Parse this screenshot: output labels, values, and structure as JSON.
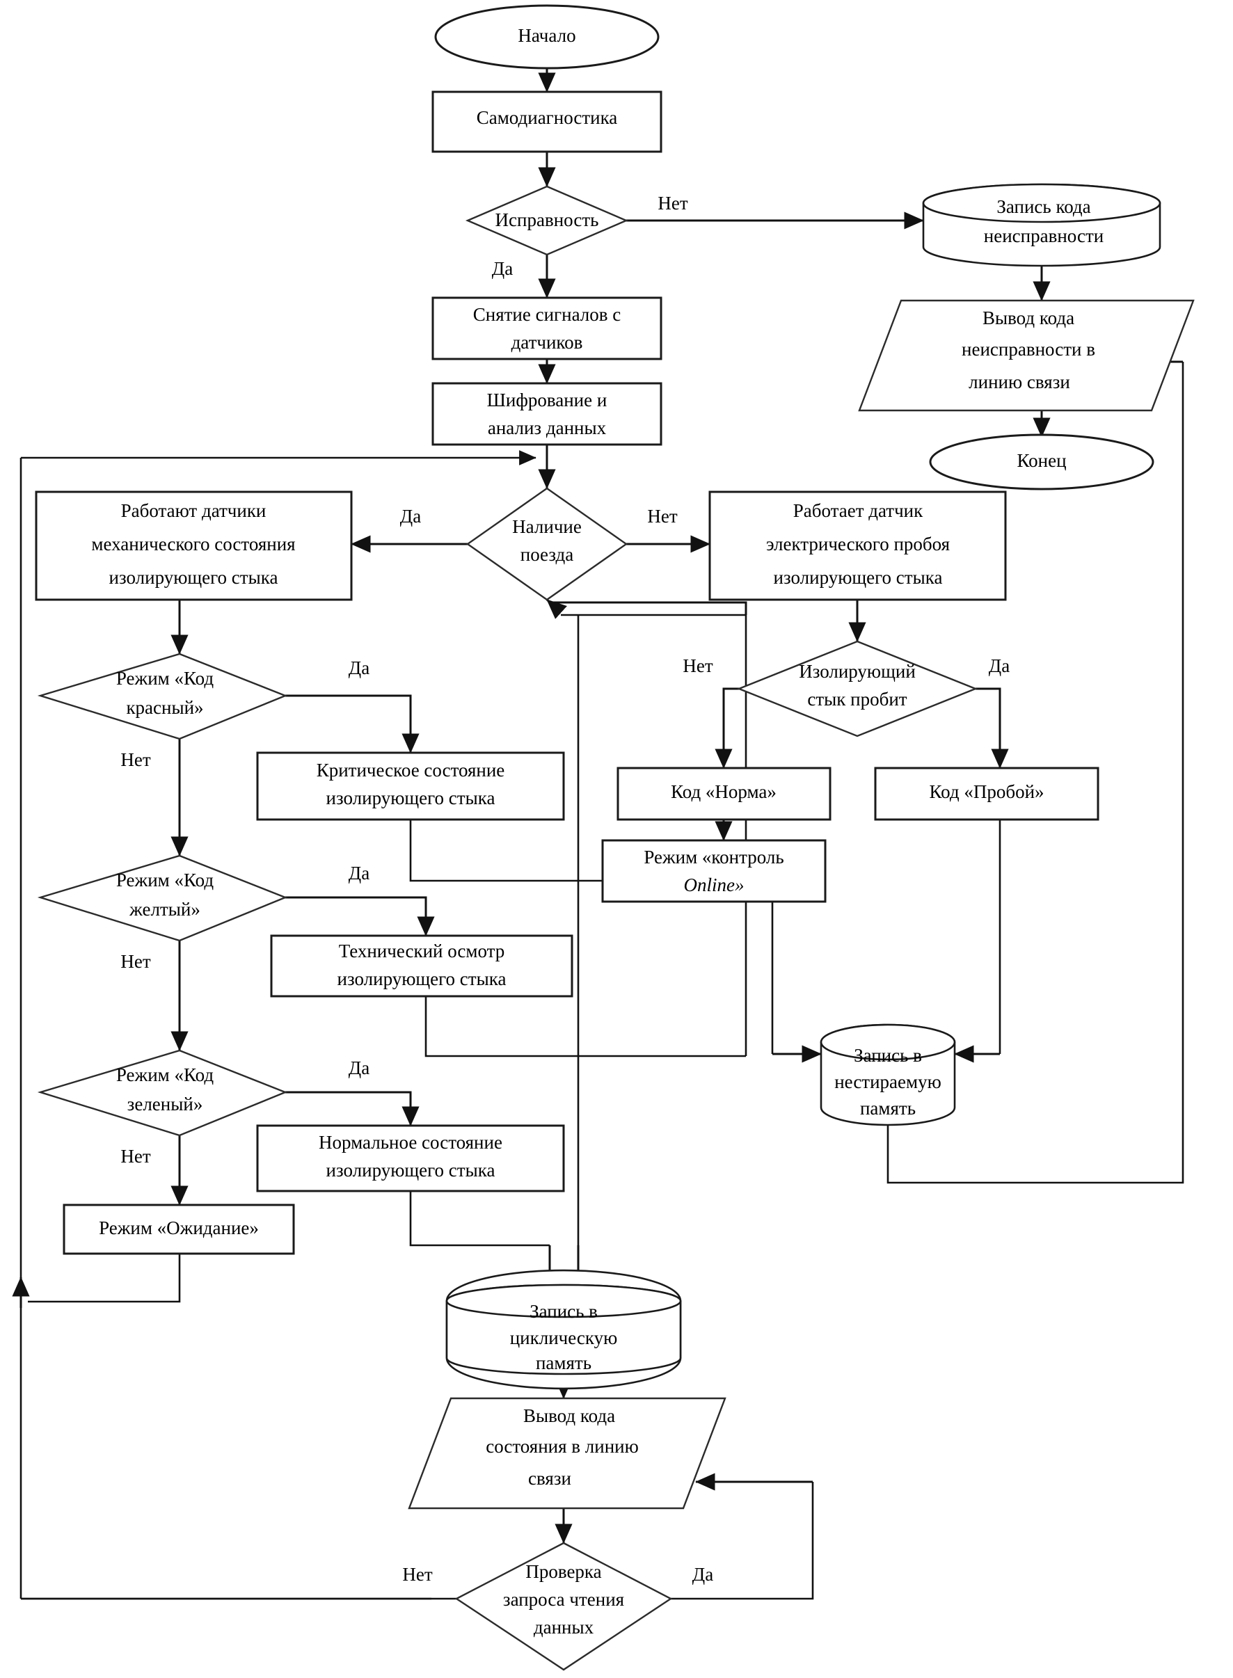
{
  "diagram": {
    "type": "flowchart",
    "language": "ru",
    "nodes": {
      "start": {
        "label": "Начало",
        "shape": "ellipse"
      },
      "selfdiag": {
        "label": "Самодиагностика",
        "shape": "process"
      },
      "healthy": {
        "label": "Исправность",
        "shape": "decision"
      },
      "fault_write": {
        "line1": "Запись кода",
        "line2": "неисправности",
        "shape": "database"
      },
      "fault_out": {
        "line1": "Вывод кода",
        "line2": "неисправности в",
        "line3": "линию связи",
        "shape": "parallelogram"
      },
      "end": {
        "label": "Конец",
        "shape": "ellipse"
      },
      "read_sensors": {
        "line1": "Снятие сигналов с",
        "line2": "датчиков",
        "shape": "process"
      },
      "encrypt": {
        "line1": "Шифрование и",
        "line2": "анализ данных",
        "shape": "process"
      },
      "train_present": {
        "line1": "Наличие",
        "line2": "поезда",
        "shape": "decision"
      },
      "mech_sensors": {
        "line1": "Работают датчики",
        "line2": "механического состояния",
        "line3": "изолирующего стыка",
        "shape": "process"
      },
      "elec_sensor": {
        "line1": "Работает датчик",
        "line2": "электрического пробоя",
        "line3": "изолирующего стыка",
        "shape": "process"
      },
      "isolator_broken": {
        "line1": "Изолирующий",
        "line2": "стык пробит",
        "shape": "decision"
      },
      "code_norm": {
        "label": "Код «Норма»",
        "shape": "process"
      },
      "code_break": {
        "label": "Код «Пробой»",
        "shape": "process"
      },
      "mode_online": {
        "line1": "Режим «контроль",
        "line2": "Online»",
        "shape": "process"
      },
      "mode_red": {
        "line1": "Режим «Код",
        "line2": "красный»",
        "shape": "decision"
      },
      "mode_yellow": {
        "line1": "Режим «Код",
        "line2": "желтый»",
        "shape": "decision"
      },
      "mode_green": {
        "line1": "Режим «Код",
        "line2": "зеленый»",
        "shape": "decision"
      },
      "mode_wait": {
        "label": "Режим «Ожидание»",
        "shape": "process"
      },
      "critical": {
        "line1": "Критическое состояние",
        "line2": "изолирующего стыка",
        "shape": "process"
      },
      "inspection": {
        "line1": "Технический осмотр",
        "line2": "изолирующего стыка",
        "shape": "process"
      },
      "normal": {
        "line1": "Нормальное состояние",
        "line2": "изолирующего стыка",
        "shape": "process"
      },
      "nonerase_mem": {
        "line1": "Запись в",
        "line2": "нестираемую",
        "line3": "память",
        "shape": "database"
      },
      "cyclic_mem": {
        "line1": "Запись в",
        "line2": "циклическую",
        "line3": "память",
        "shape": "database"
      },
      "state_out": {
        "line1": "Вывод кода",
        "line2": "состояния в линию",
        "line3": "связи",
        "shape": "parallelogram"
      },
      "check_request": {
        "line1": "Проверка",
        "line2": "запроса чтения",
        "line3": "данных",
        "shape": "decision"
      }
    },
    "edge_labels": {
      "healthy_no": "Нет",
      "healthy_yes": "Да",
      "train_yes": "Да",
      "train_no": "Нет",
      "broken_no": "Нет",
      "broken_yes": "Да",
      "red_yes": "Да",
      "red_no": "Нет",
      "yellow_yes": "Да",
      "yellow_no": "Нет",
      "green_yes": "Да",
      "green_no": "Нет",
      "check_no": "Нет",
      "check_yes": "Да"
    },
    "colors": {
      "stroke": "#1a1a1a",
      "fill": "#ffffff",
      "text": "#000000",
      "background": "#ffffff"
    }
  }
}
